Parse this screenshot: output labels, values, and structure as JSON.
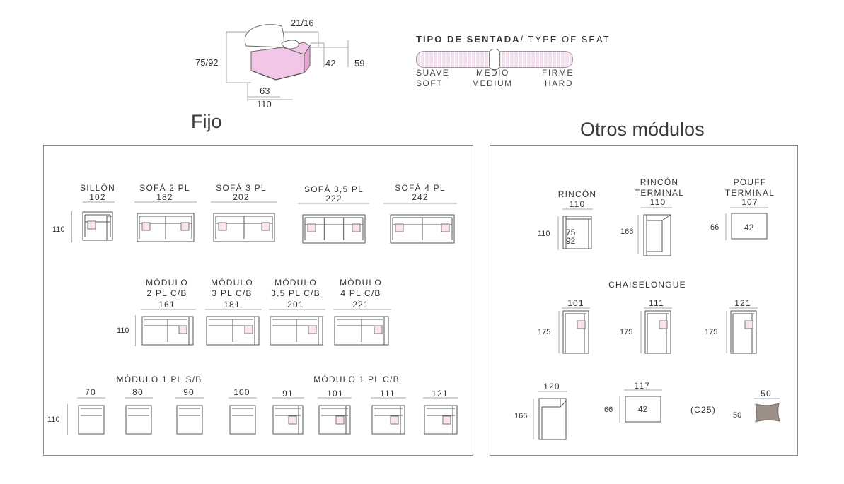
{
  "seat_type": {
    "title_bold": "TIPO DE SENTADA",
    "title_rest": "/ TYPE OF SEAT",
    "soft_es": "SUAVE",
    "soft_en": "SOFT",
    "medium_es": "MEDIO",
    "medium_en": "MEDIUM",
    "hard_es": "FIRME",
    "hard_en": "HARD",
    "level": 0.5
  },
  "top_drawing": {
    "top_dim": "21/16",
    "height_dim": "75/92",
    "arm_dim": "42",
    "seat_height": "59",
    "seat_depth": "63",
    "total_depth": "110"
  },
  "sections": {
    "fijo": "Fijo",
    "otros": "Otros módulos"
  },
  "fijo": {
    "row1_height": "110",
    "row1": [
      {
        "name": "SILLÓN",
        "width": "102"
      },
      {
        "name": "SOFÁ 2 PL",
        "width": "182"
      },
      {
        "name": "SOFÁ 3 PL",
        "width": "202"
      },
      {
        "name": "SOFÁ 3,5 PL",
        "width": "222"
      },
      {
        "name": "SOFÁ 4 PL",
        "width": "242"
      }
    ],
    "row2_height": "110",
    "row2": [
      {
        "line1": "MÓDULO",
        "line2": "2 PL C/B",
        "width": "161"
      },
      {
        "line1": "MÓDULO",
        "line2": "3 PL C/B",
        "width": "181"
      },
      {
        "line1": "MÓDULO",
        "line2": "3,5 PL C/B",
        "width": "201"
      },
      {
        "line1": "MÓDULO",
        "line2": "4 PL C/B",
        "width": "221"
      }
    ],
    "row3_height": "110",
    "row3_group1": "MÓDULO 1 PL S/B",
    "row3_group2": "MÓDULO 1 PL C/B",
    "row3": [
      "70",
      "80",
      "90",
      "100",
      "91",
      "101",
      "111",
      "121"
    ]
  },
  "otros": {
    "rincon": {
      "name": "RINCÓN",
      "width": "110",
      "height": "110",
      "inner_top": "75",
      "inner_bottom": "92"
    },
    "rincon_terminal": {
      "line1": "RINCÓN",
      "line2": "TERMINAL",
      "width": "110",
      "height": "166"
    },
    "pouff_terminal": {
      "line1": "POUFF",
      "line2": "TERMINAL",
      "width": "107",
      "height": "66",
      "inner": "42"
    },
    "chaiselongue": {
      "name": "CHAISELONGUE",
      "items": [
        {
          "width": "101",
          "height": "175"
        },
        {
          "width": "111",
          "height": "175"
        },
        {
          "width": "121",
          "height": "175"
        }
      ]
    },
    "bottom": {
      "corner": {
        "width": "120",
        "height": "166"
      },
      "pouff": {
        "width": "117",
        "height": "66",
        "inner": "42"
      },
      "cushion": {
        "code": "(C25)",
        "width": "50",
        "height": "50"
      }
    }
  }
}
